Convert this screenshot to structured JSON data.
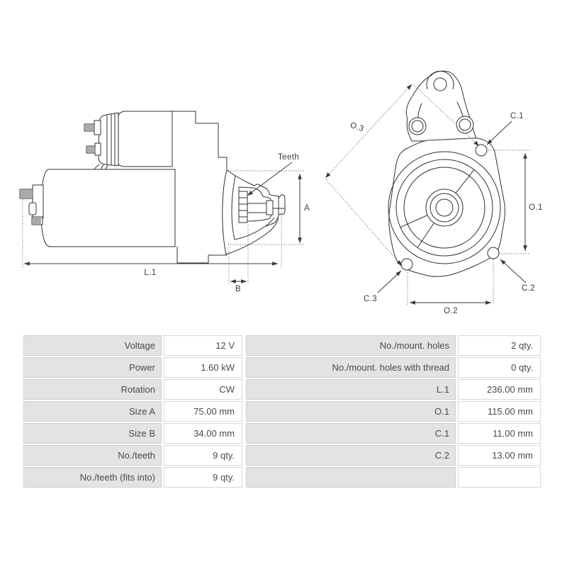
{
  "diagram": {
    "side_view": {
      "teeth_label": "Teeth",
      "dim_a": "A",
      "dim_l1": "L.1",
      "dim_b": "B"
    },
    "front_view": {
      "dim_o3": "O.3",
      "dim_c1": "C.1",
      "dim_o1": "O.1",
      "dim_c2": "C.2",
      "dim_c3": "C.3",
      "dim_o2": "O.2"
    }
  },
  "specs": {
    "left": [
      {
        "label": "Voltage",
        "value": "12 V"
      },
      {
        "label": "Power",
        "value": "1.60 kW"
      },
      {
        "label": "Rotation",
        "value": "CW"
      },
      {
        "label": "Size A",
        "value": "75.00 mm"
      },
      {
        "label": "Size B",
        "value": "34.00 mm"
      },
      {
        "label": "No./teeth",
        "value": "9 qty."
      },
      {
        "label": "No./teeth (fits into)",
        "value": "9 qty."
      }
    ],
    "right": [
      {
        "label": "No./mount. holes",
        "value": "2 qty."
      },
      {
        "label": "No./mount. holes with thread",
        "value": "0 qty."
      },
      {
        "label": "L.1",
        "value": "236.00 mm"
      },
      {
        "label": "O.1",
        "value": "115.00 mm"
      },
      {
        "label": "C.1",
        "value": "11.00 mm"
      },
      {
        "label": "C.2",
        "value": "13.00 mm"
      },
      {
        "label": "",
        "value": ""
      }
    ]
  },
  "colors": {
    "line": "#303030",
    "label_cell_bg": "#e3e3e3",
    "label_cell_border": "#cfcfcf",
    "value_cell_border": "#d9d9d9",
    "text": "#4a4a4a"
  }
}
